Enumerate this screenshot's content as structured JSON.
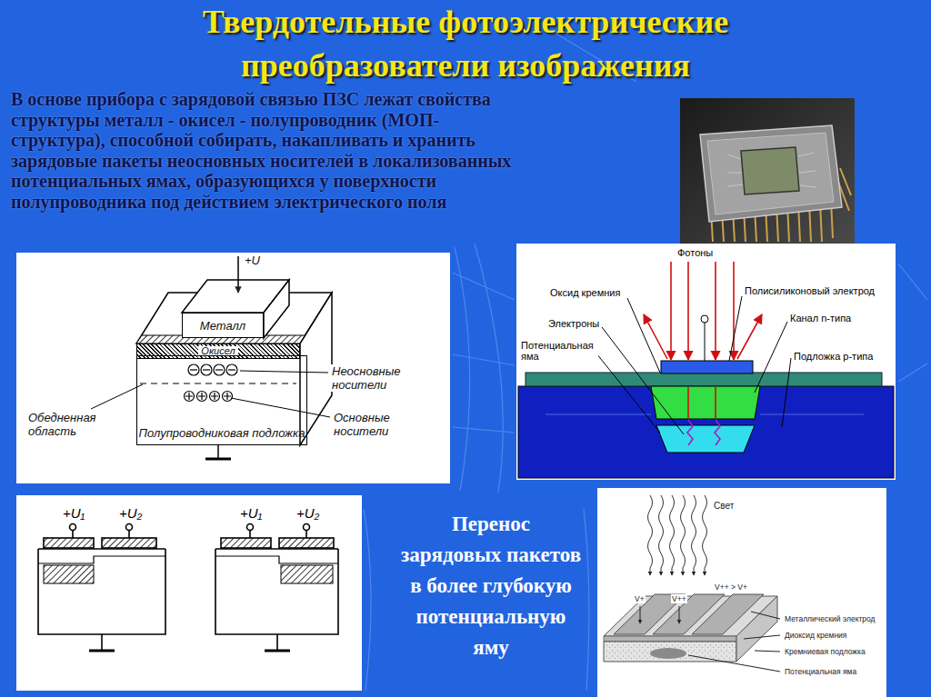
{
  "diagram": {
    "title": "Твердотельные фотоэлектрические преобразователи изображения",
    "nodes": [
      {
        "text": [
          "Металл"
        ]
      },
      {
        "text": [
          "Окисел"
        ]
      },
      {
        "text": [
          "Полупроводниковая подложка"
        ]
      }
    ],
    "edges": [],
    "labels": [
      "В основе прибора с зарядовой связью ПЗС лежат свойства структуры металл - окисел - полупроводник (МОП-структура), способной собирать, накапливать и хранить зарядовые пакеты неосновных носителей в локализованных потенциальных ямах, образующихся у поверхности полупроводника под действием электрического поля",
      "+U",
      "Неосновные носители",
      "Основные носители",
      "Обедненная область",
      "Фотоны",
      "Оксид кремния",
      "Полисиликоновый электрод",
      "Электроны",
      "Канал n-типа",
      "Потенциальная яма",
      "Подложка p-типа",
      "+U₁",
      "+U₂",
      "+U₁",
      "+U₂",
      "Перенос зарядовых пакетов в более глубокую потенциальную яму",
      "Свет",
      "V+",
      "V++",
      "V++ > V+",
      "Металлический электрод",
      "Диоксид кремния",
      "Кремниевая подложка",
      "Потенциальная яма"
    ]
  }
}
